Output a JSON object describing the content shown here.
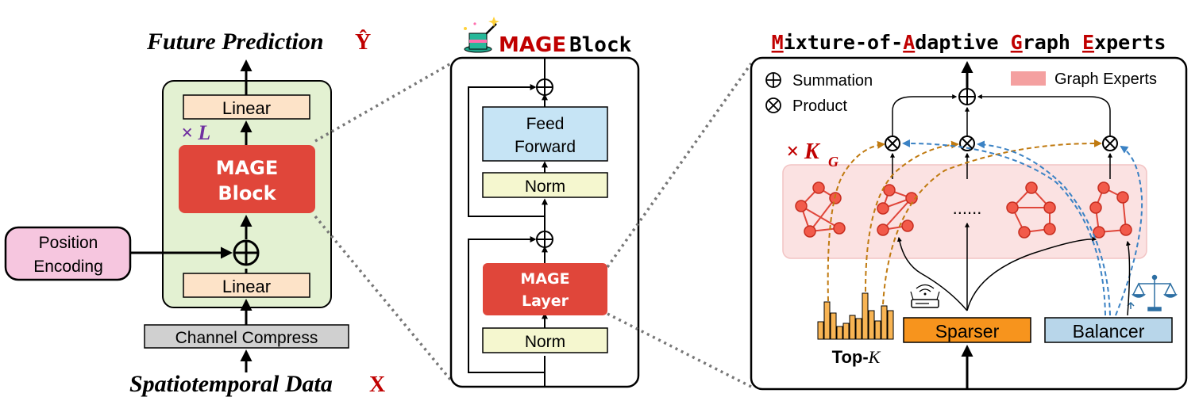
{
  "left_panel": {
    "title": "Future Prediction",
    "title_symbol": "Ŷ",
    "linear_top": "Linear",
    "repeat_label": "× L",
    "mage_block_line1": "MAGE",
    "mage_block_line2": "Block",
    "position_encoding_line1": "Position",
    "position_encoding_line2": "Encoding",
    "linear_bottom": "Linear",
    "channel_compress": "Channel Compress",
    "input_label": "Spatiotemporal Data",
    "input_symbol": "X"
  },
  "middle_panel": {
    "title_mage": "MAGE",
    "title_block": "Block",
    "feed_forward_line1": "Feed",
    "feed_forward_line2": "Forward",
    "norm_top": "Norm",
    "mage_layer_line1": "MAGE",
    "mage_layer_line2": "Layer",
    "norm_bottom": "Norm"
  },
  "right_panel": {
    "title_parts": [
      {
        "text": "M",
        "highlight": true
      },
      {
        "text": "ixture-of-",
        "highlight": false
      },
      {
        "text": "A",
        "highlight": true
      },
      {
        "text": "daptive ",
        "highlight": false
      },
      {
        "text": "G",
        "highlight": true
      },
      {
        "text": "raph ",
        "highlight": false
      },
      {
        "text": "E",
        "highlight": true
      },
      {
        "text": "xperts",
        "highlight": false
      }
    ],
    "legend_summation": "Summation",
    "legend_product": "Product",
    "legend_graph_experts": "Graph Experts",
    "repeat_label": "× K",
    "repeat_subscript": "G",
    "ellipsis": "......",
    "topk_prefix": "Top-",
    "topk_k": "K",
    "sparser": "Sparser",
    "balancer": "Balancer"
  },
  "colors": {
    "red": "#e0463a",
    "dark_red": "#c00000",
    "linear_fill": "#fde3c8",
    "green_panel": "#e3f1d2",
    "pink": "#f6c6df",
    "blue_box": "#c6e4f5",
    "norm_fill": "#f5f7cf",
    "orange": "#f7941d",
    "light_blue": "#b8d6ea",
    "experts_band": "#f9dcdc",
    "purple": "#7030a0",
    "brown_dash": "#c07a10",
    "blue_dash": "#3b82c4"
  },
  "icons": [
    "magic-hat-icon",
    "router-icon",
    "scale-icon",
    "bar-chart-icon",
    "graph-icon"
  ]
}
